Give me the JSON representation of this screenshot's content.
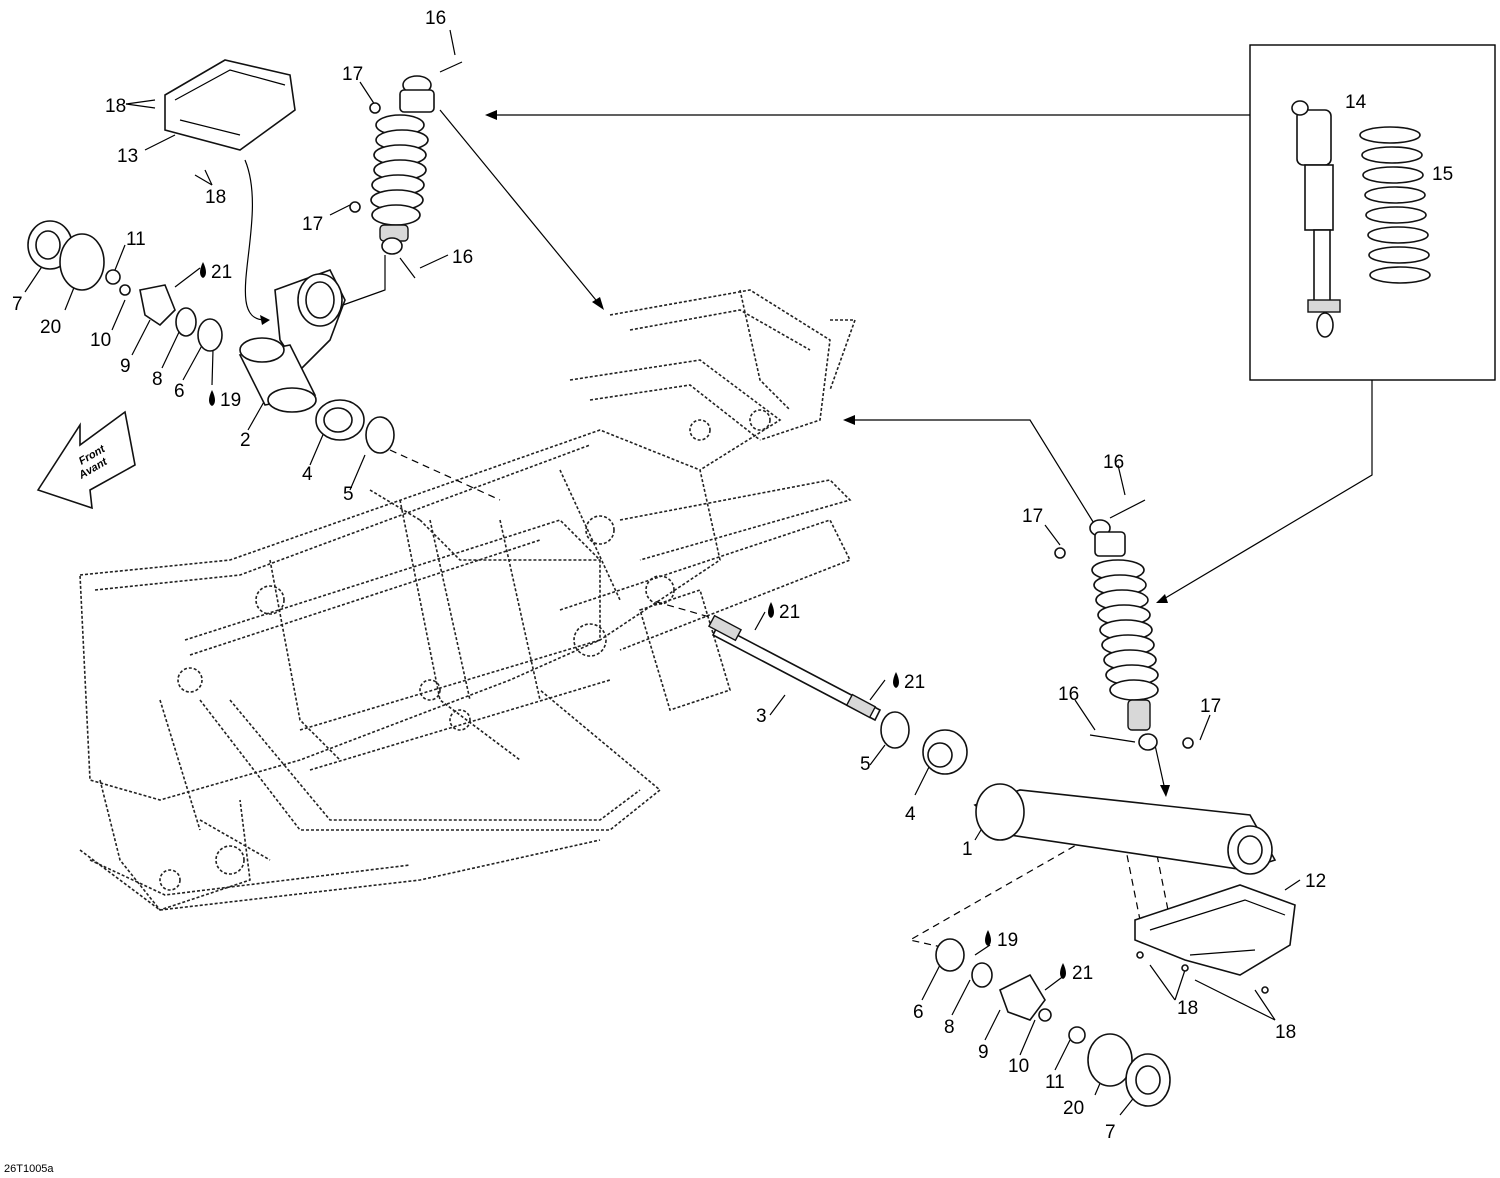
{
  "diagram": {
    "code": "26T1005a",
    "direction_arrow": {
      "line1": "Front",
      "line2": "Avant"
    },
    "callouts": [
      {
        "id": "c16a",
        "label": "16"
      },
      {
        "id": "c17a",
        "label": "17"
      },
      {
        "id": "c18a",
        "label": "18"
      },
      {
        "id": "c13",
        "label": "13"
      },
      {
        "id": "c18b",
        "label": "18"
      },
      {
        "id": "c17b",
        "label": "17"
      },
      {
        "id": "c16b",
        "label": "16"
      },
      {
        "id": "c11a",
        "label": "11"
      },
      {
        "id": "c21a",
        "label": "21"
      },
      {
        "id": "c7a",
        "label": "7"
      },
      {
        "id": "c20a",
        "label": "20"
      },
      {
        "id": "c10a",
        "label": "10"
      },
      {
        "id": "c9a",
        "label": "9"
      },
      {
        "id": "c8a",
        "label": "8"
      },
      {
        "id": "c6a",
        "label": "6"
      },
      {
        "id": "c19a",
        "label": "19"
      },
      {
        "id": "c2",
        "label": "2"
      },
      {
        "id": "c4a",
        "label": "4"
      },
      {
        "id": "c5a",
        "label": "5"
      },
      {
        "id": "c14",
        "label": "14"
      },
      {
        "id": "c15",
        "label": "15"
      },
      {
        "id": "c16c",
        "label": "16"
      },
      {
        "id": "c17c",
        "label": "17"
      },
      {
        "id": "c21b",
        "label": "21"
      },
      {
        "id": "c21c",
        "label": "21"
      },
      {
        "id": "c3",
        "label": "3"
      },
      {
        "id": "c16d",
        "label": "16"
      },
      {
        "id": "c17d",
        "label": "17"
      },
      {
        "id": "c5b",
        "label": "5"
      },
      {
        "id": "c4b",
        "label": "4"
      },
      {
        "id": "c1",
        "label": "1"
      },
      {
        "id": "c12",
        "label": "12"
      },
      {
        "id": "c19b",
        "label": "19"
      },
      {
        "id": "c21d",
        "label": "21"
      },
      {
        "id": "c6b",
        "label": "6"
      },
      {
        "id": "c8b",
        "label": "8"
      },
      {
        "id": "c18c",
        "label": "18"
      },
      {
        "id": "c18d",
        "label": "18"
      },
      {
        "id": "c9b",
        "label": "9"
      },
      {
        "id": "c10b",
        "label": "10"
      },
      {
        "id": "c11b",
        "label": "11"
      },
      {
        "id": "c20b",
        "label": "20"
      },
      {
        "id": "c7b",
        "label": "7"
      }
    ]
  }
}
